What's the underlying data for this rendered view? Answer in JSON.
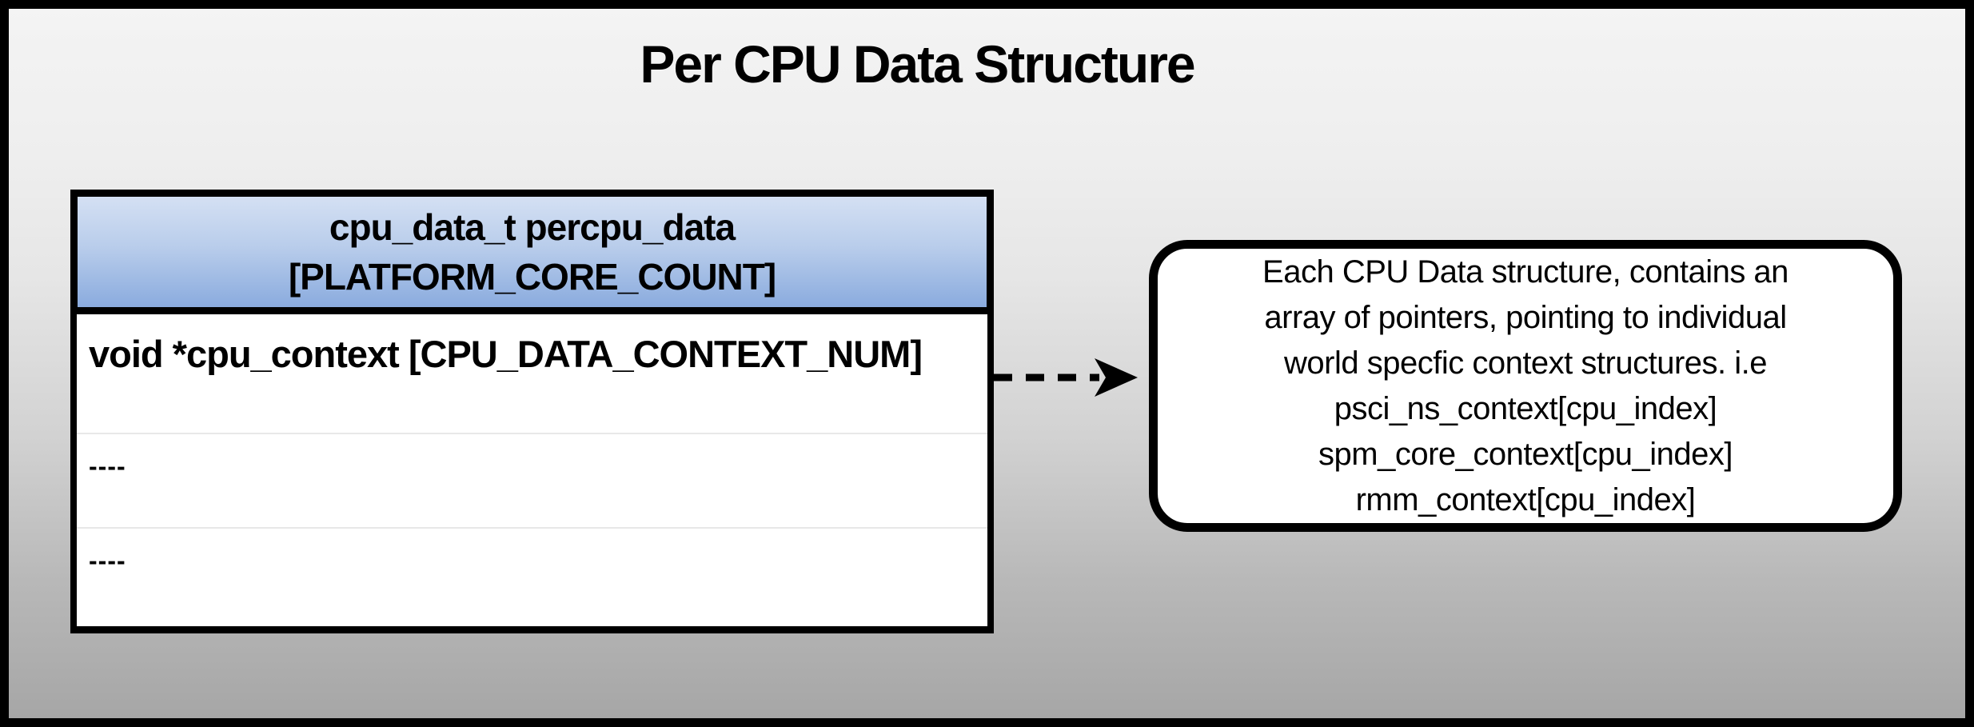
{
  "title": "Per CPU Data Structure",
  "table": {
    "header": {
      "line1": "cpu_data_t percpu_data",
      "line2": "[PLATFORM_CORE_COUNT]"
    },
    "rows": [
      {
        "label": "void *cpu_context [CPU_DATA_CONTEXT_NUM]"
      },
      {
        "label": "----"
      },
      {
        "label": "----"
      }
    ]
  },
  "callout": {
    "lines": [
      "Each CPU Data structure, contains an",
      "array of pointers, pointing to individual",
      "world specfic context structures. i.e",
      "psci_ns_context[cpu_index]",
      "spm_core_context[cpu_index]",
      "rmm_context[cpu_index]"
    ]
  },
  "colors": {
    "header_gradient_top": "#d4e0f3",
    "header_gradient_bottom": "#8aabde",
    "background_top": "#f4f4f4",
    "background_bottom": "#a5a5a5",
    "border": "#000000",
    "row_divider": "#e8e8e8",
    "text": "#000000"
  },
  "icons": {
    "arrow": "dashed-right-arrow"
  }
}
